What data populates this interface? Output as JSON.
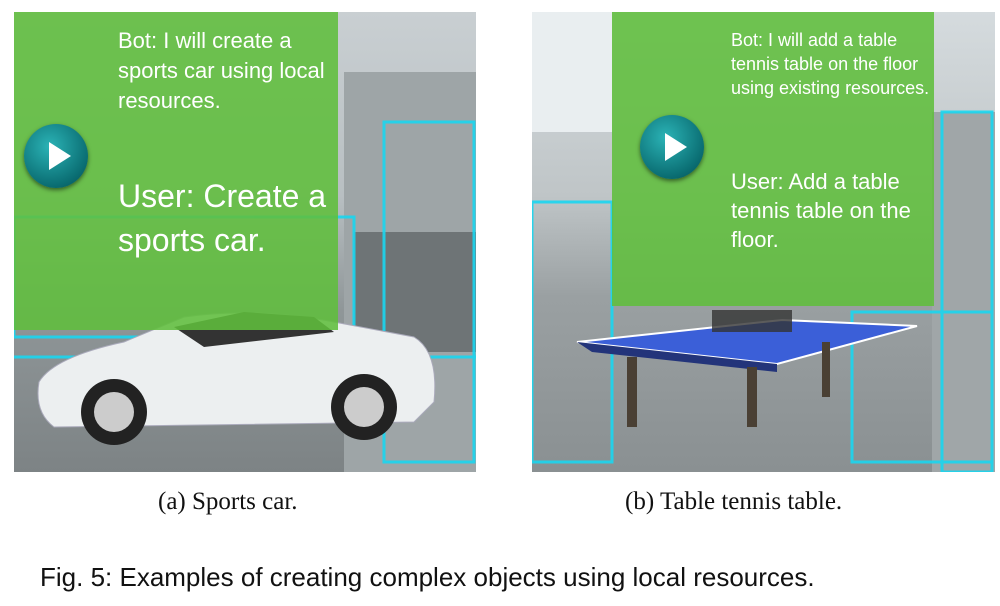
{
  "panels": [
    {
      "bot_text": "Bot: I will create a sports car using local resources.",
      "user_text": "User: Create a sports car.",
      "caption": "(a) Sports car."
    },
    {
      "bot_text": "Bot: I will add a table tennis table on the floor using existing resources.",
      "user_text": "User: Add a table tennis table on the floor.",
      "caption": "(b) Table tennis table."
    }
  ],
  "figure_caption": "Fig. 5: Examples of creating complex objects using local resources.",
  "colors": {
    "overlay_green": "#60be3c",
    "wireframe_cyan": "#19d6f0",
    "play_button": "#0f7f84"
  }
}
